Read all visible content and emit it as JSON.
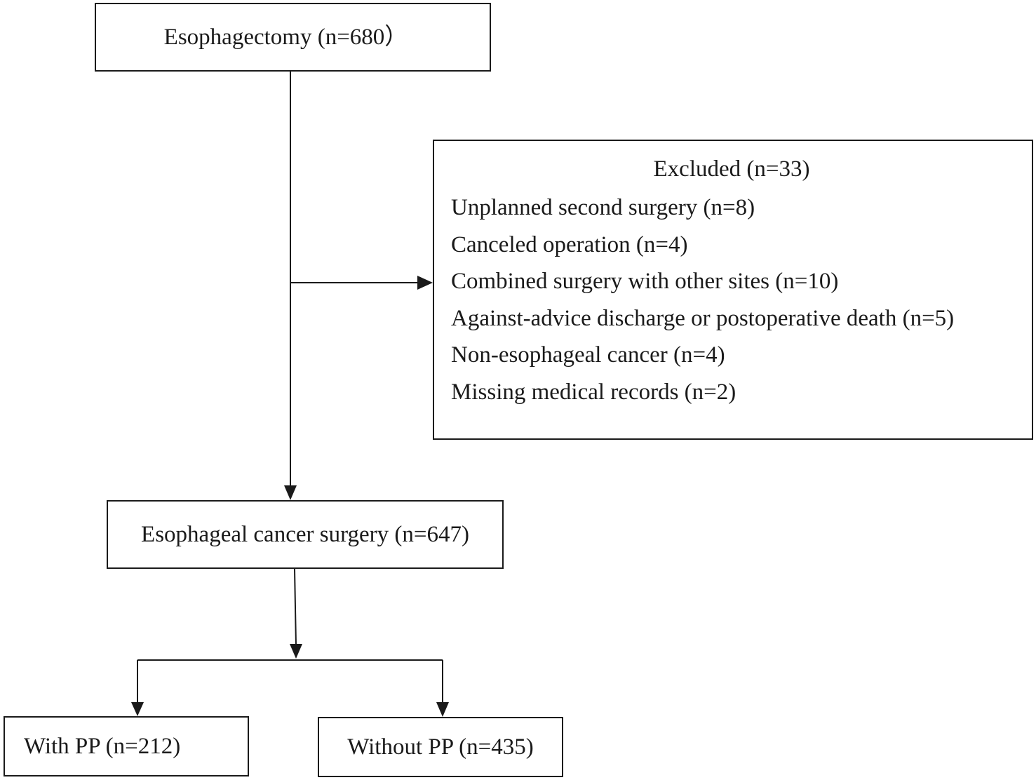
{
  "flowchart": {
    "top_box": {
      "label": "Esophagectomy (n=680）"
    },
    "excluded_box": {
      "title": "Excluded (n=33)",
      "items": [
        "Unplanned second surgery (n=8)",
        "Canceled operation (n=4)",
        "Combined surgery with other sites (n=10)",
        "Against-advice discharge or postoperative death (n=5)",
        "Non-esophageal cancer (n=4)",
        "Missing medical records (n=2)"
      ]
    },
    "middle_box": {
      "label": "Esophageal cancer surgery (n=647)"
    },
    "left_bottom_box": {
      "label": "With PP (n=212)"
    },
    "right_bottom_box": {
      "label": "Without PP (n=435)"
    }
  },
  "colors": {
    "line": "#1a1a1a",
    "background": "#ffffff"
  }
}
